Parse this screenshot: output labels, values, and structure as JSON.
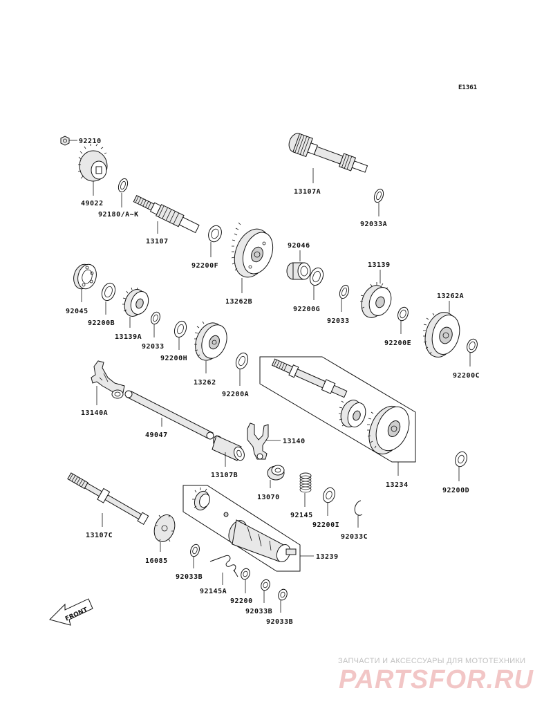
{
  "diagram": {
    "ref_code": "E1361",
    "front_label": "FRONT",
    "parts": [
      {
        "id": "p92210",
        "label": "92210"
      },
      {
        "id": "p49022",
        "label": "49022"
      },
      {
        "id": "p92180",
        "label": "92180/A~K"
      },
      {
        "id": "p13107",
        "label": "13107"
      },
      {
        "id": "p92200F",
        "label": "92200F"
      },
      {
        "id": "p13262B",
        "label": "13262B"
      },
      {
        "id": "p13107A",
        "label": "13107A"
      },
      {
        "id": "p92033A",
        "label": "92033A"
      },
      {
        "id": "p92046",
        "label": "92046"
      },
      {
        "id": "p92200G",
        "label": "92200G"
      },
      {
        "id": "p92033",
        "label": "92033"
      },
      {
        "id": "p13139",
        "label": "13139"
      },
      {
        "id": "p92200E",
        "label": "92200E"
      },
      {
        "id": "p13262A",
        "label": "13262A"
      },
      {
        "id": "p92200C",
        "label": "92200C"
      },
      {
        "id": "p92045",
        "label": "92045"
      },
      {
        "id": "p92200B",
        "label": "92200B"
      },
      {
        "id": "p13139A",
        "label": "13139A"
      },
      {
        "id": "p92033b2",
        "label": "92033"
      },
      {
        "id": "p92200H",
        "label": "92200H"
      },
      {
        "id": "p13262",
        "label": "13262"
      },
      {
        "id": "p92200A",
        "label": "92200A"
      },
      {
        "id": "p13140A",
        "label": "13140A"
      },
      {
        "id": "p49047",
        "label": "49047"
      },
      {
        "id": "p13140",
        "label": "13140"
      },
      {
        "id": "p13107B",
        "label": "13107B"
      },
      {
        "id": "p13070",
        "label": "13070"
      },
      {
        "id": "p13234",
        "label": "13234"
      },
      {
        "id": "p92200D",
        "label": "92200D"
      },
      {
        "id": "p92145",
        "label": "92145"
      },
      {
        "id": "p92200I",
        "label": "92200I"
      },
      {
        "id": "p92033C",
        "label": "92033C"
      },
      {
        "id": "p13107C",
        "label": "13107C"
      },
      {
        "id": "p16085",
        "label": "16085"
      },
      {
        "id": "p13239",
        "label": "13239"
      },
      {
        "id": "p92033B",
        "label": "92033B"
      },
      {
        "id": "p92145A",
        "label": "92145A"
      },
      {
        "id": "p92200",
        "label": "92200"
      },
      {
        "id": "p92033B2",
        "label": "92033B"
      },
      {
        "id": "p92033B3",
        "label": "92033B"
      }
    ]
  },
  "watermark": {
    "subtitle": "ЗАПЧАСТИ И АКСЕССУАРЫ ДЛЯ МОТОТЕХНИКИ",
    "logo": "PARTSFOR.RU"
  }
}
